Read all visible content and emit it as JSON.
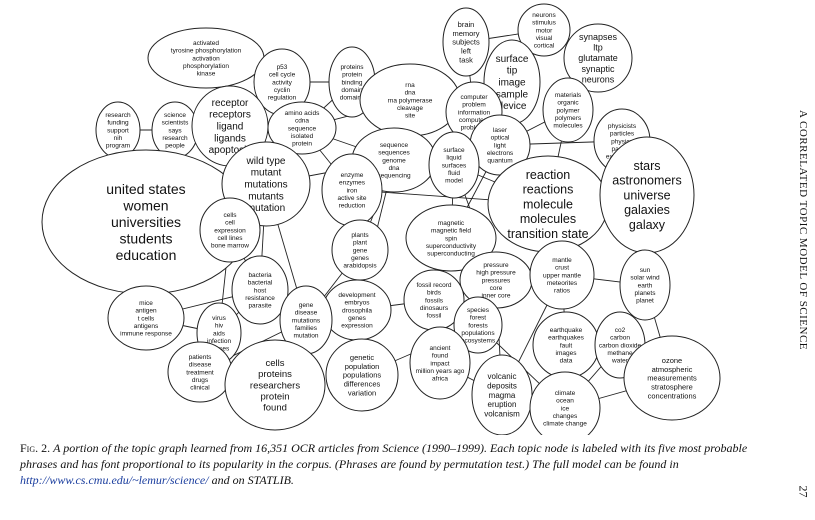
{
  "running_head": "A CORRELATED TOPIC MODEL OF SCIENCE",
  "page_number": "27",
  "caption": {
    "label": "Fig. 2.",
    "text_1": "A portion of the topic graph learned from 16,351 OCR articles from Science (1990–1999). Each topic node is labeled with its five most probable phrases and has font proportional to its popularity in the corpus. (Phrases are found by permutation test.) The full model can be found in",
    "link": "http://www.cs.cmu.edu/~lemur/science/",
    "text_2": "and on STATLIB."
  },
  "topics": [
    {
      "id": "activated",
      "phrases": [
        "activated",
        "tyrosine phosphorylation",
        "activation",
        "phosphorylation",
        "kinase"
      ]
    },
    {
      "id": "p53",
      "phrases": [
        "p53",
        "cell cycle",
        "activity",
        "cyclin",
        "regulation"
      ]
    },
    {
      "id": "proteins",
      "phrases": [
        "proteins",
        "protein",
        "binding",
        "domain",
        "domains"
      ]
    },
    {
      "id": "rna",
      "phrases": [
        "rna",
        "dna",
        "rna polymerase",
        "cleavage",
        "site"
      ]
    },
    {
      "id": "brain",
      "phrases": [
        "brain",
        "memory",
        "subjects",
        "left",
        "task"
      ]
    },
    {
      "id": "neurons",
      "phrases": [
        "neurons",
        "stimulus",
        "motor",
        "visual",
        "cortical"
      ]
    },
    {
      "id": "synapses",
      "phrases": [
        "synapses",
        "ltp",
        "glutamate",
        "synaptic",
        "neurons"
      ]
    },
    {
      "id": "research",
      "phrases": [
        "research",
        "funding",
        "support",
        "nih",
        "program"
      ]
    },
    {
      "id": "science",
      "phrases": [
        "science",
        "scientists",
        "says",
        "research",
        "people"
      ]
    },
    {
      "id": "receptor",
      "phrases": [
        "receptor",
        "receptors",
        "ligand",
        "ligands",
        "apoptosis"
      ]
    },
    {
      "id": "aminoacids",
      "phrases": [
        "amino acids",
        "cdna",
        "sequence",
        "isolated",
        "protein"
      ]
    },
    {
      "id": "surface",
      "phrases": [
        "surface",
        "tip",
        "image",
        "sample",
        "device"
      ]
    },
    {
      "id": "computer",
      "phrases": [
        "computer",
        "problem",
        "information",
        "computers",
        "problems"
      ]
    },
    {
      "id": "materials",
      "phrases": [
        "materials",
        "organic",
        "polymer",
        "polymers",
        "molecules"
      ]
    },
    {
      "id": "physicists",
      "phrases": [
        "physicists",
        "particles",
        "physics",
        "particle",
        "experiment"
      ]
    },
    {
      "id": "united",
      "phrases": [
        "united states",
        "women",
        "universities",
        "students",
        "education"
      ]
    },
    {
      "id": "wildtype",
      "phrases": [
        "wild type",
        "mutant",
        "mutations",
        "mutants",
        "mutation"
      ]
    },
    {
      "id": "sequence",
      "phrases": [
        "sequence",
        "sequences",
        "genome",
        "dna",
        "sequencing"
      ]
    },
    {
      "id": "laser",
      "phrases": [
        "laser",
        "optical",
        "light",
        "electrons",
        "quantum"
      ]
    },
    {
      "id": "surfaceliq",
      "phrases": [
        "surface",
        "liquid",
        "surfaces",
        "fluid",
        "model"
      ]
    },
    {
      "id": "reaction",
      "phrases": [
        "reaction",
        "reactions",
        "molecule",
        "molecules",
        "transition state"
      ]
    },
    {
      "id": "stars",
      "phrases": [
        "stars",
        "astronomers",
        "universe",
        "galaxies",
        "galaxy"
      ]
    },
    {
      "id": "enzyme",
      "phrases": [
        "enzyme",
        "enzymes",
        "iron",
        "active site",
        "reduction"
      ]
    },
    {
      "id": "cells",
      "phrases": [
        "cells",
        "cell",
        "expression",
        "cell lines",
        "bone marrow"
      ]
    },
    {
      "id": "magnetic",
      "phrases": [
        "magnetic",
        "magnetic field",
        "spin",
        "superconductivity",
        "superconducting"
      ]
    },
    {
      "id": "plants",
      "phrases": [
        "plants",
        "plant",
        "gene",
        "genes",
        "arabidopsis"
      ]
    },
    {
      "id": "pressure",
      "phrases": [
        "pressure",
        "high pressure",
        "pressures",
        "core",
        "inner core"
      ]
    },
    {
      "id": "mantle",
      "phrases": [
        "mantle",
        "crust",
        "upper mantle",
        "meteorites",
        "ratios"
      ]
    },
    {
      "id": "sun",
      "phrases": [
        "sun",
        "solar wind",
        "earth",
        "planets",
        "planet"
      ]
    },
    {
      "id": "bacteria",
      "phrases": [
        "bacteria",
        "bacterial",
        "host",
        "resistance",
        "parasite"
      ]
    },
    {
      "id": "development",
      "phrases": [
        "development",
        "embryos",
        "drosophila",
        "genes",
        "expression"
      ]
    },
    {
      "id": "fossil",
      "phrases": [
        "fossil record",
        "birds",
        "fossils",
        "dinosaurs",
        "fossil"
      ]
    },
    {
      "id": "species",
      "phrases": [
        "species",
        "forest",
        "forests",
        "populations",
        "ecosystems"
      ]
    },
    {
      "id": "earthquake",
      "phrases": [
        "earthquake",
        "earthquakes",
        "fault",
        "images",
        "data"
      ]
    },
    {
      "id": "co2",
      "phrases": [
        "co2",
        "carbon",
        "carbon dioxide",
        "methane",
        "water"
      ]
    },
    {
      "id": "mice",
      "phrases": [
        "mice",
        "antigen",
        "t cells",
        "antigens",
        "immune response"
      ]
    },
    {
      "id": "virus",
      "phrases": [
        "virus",
        "hiv",
        "aids",
        "infection",
        "viruses"
      ]
    },
    {
      "id": "gene",
      "phrases": [
        "gene",
        "disease",
        "mutations",
        "families",
        "mutation"
      ]
    },
    {
      "id": "patients",
      "phrases": [
        "patients",
        "disease",
        "treatment",
        "drugs",
        "clinical"
      ]
    },
    {
      "id": "cellsbig",
      "phrases": [
        "cells",
        "proteins",
        "researchers",
        "protein",
        "found"
      ]
    },
    {
      "id": "genetic",
      "phrases": [
        "genetic",
        "population",
        "populations",
        "differences",
        "variation"
      ]
    },
    {
      "id": "ancient",
      "phrases": [
        "ancient",
        "found",
        "impact",
        "million years ago",
        "africa"
      ]
    },
    {
      "id": "volcanic",
      "phrases": [
        "volcanic",
        "deposits",
        "magma",
        "eruption",
        "volcanism"
      ]
    },
    {
      "id": "climate",
      "phrases": [
        "climate",
        "ocean",
        "ice",
        "changes",
        "climate change"
      ]
    },
    {
      "id": "ozone",
      "phrases": [
        "ozone",
        "atmospheric",
        "measurements",
        "stratosphere",
        "concentrations"
      ]
    }
  ],
  "edges": [
    [
      "activated",
      "receptor"
    ],
    [
      "activated",
      "p53"
    ],
    [
      "p53",
      "proteins"
    ],
    [
      "p53",
      "receptor"
    ],
    [
      "proteins",
      "aminoacids"
    ],
    [
      "proteins",
      "rna"
    ],
    [
      "rna",
      "sequence"
    ],
    [
      "rna",
      "aminoacids"
    ],
    [
      "rna",
      "computer"
    ],
    [
      "brain",
      "neurons"
    ],
    [
      "neurons",
      "synapses"
    ],
    [
      "brain",
      "computer"
    ],
    [
      "research",
      "science"
    ],
    [
      "research",
      "united"
    ],
    [
      "science",
      "united"
    ],
    [
      "receptor",
      "wildtype"
    ],
    [
      "receptor",
      "cells"
    ],
    [
      "aminoacids",
      "sequence"
    ],
    [
      "aminoacids",
      "enzyme"
    ],
    [
      "sequence",
      "wildtype"
    ],
    [
      "sequence",
      "plants"
    ],
    [
      "surface",
      "computer"
    ],
    [
      "computer",
      "surfaceliq"
    ],
    [
      "computer",
      "laser"
    ],
    [
      "materials",
      "laser"
    ],
    [
      "materials",
      "reaction"
    ],
    [
      "physicists",
      "laser"
    ],
    [
      "physicists",
      "stars"
    ],
    [
      "laser",
      "reaction"
    ],
    [
      "surfaceliq",
      "magnetic"
    ],
    [
      "surfaceliq",
      "reaction"
    ],
    [
      "surfaceliq",
      "pressure"
    ],
    [
      "reaction",
      "enzyme"
    ],
    [
      "stars",
      "sun"
    ],
    [
      "wildtype",
      "cells"
    ],
    [
      "wildtype",
      "bacteria"
    ],
    [
      "enzyme",
      "plants"
    ],
    [
      "enzyme",
      "genetic"
    ],
    [
      "cells",
      "virus"
    ],
    [
      "cells",
      "bacteria"
    ],
    [
      "magnetic",
      "laser"
    ],
    [
      "pressure",
      "mantle"
    ],
    [
      "mantle",
      "sun"
    ],
    [
      "mantle",
      "earthquake"
    ],
    [
      "mantle",
      "volcanic"
    ],
    [
      "sun",
      "ozone"
    ],
    [
      "sun",
      "co2"
    ],
    [
      "plants",
      "development"
    ],
    [
      "plants",
      "gene"
    ],
    [
      "bacteria",
      "mice"
    ],
    [
      "bacteria",
      "virus"
    ],
    [
      "development",
      "gene"
    ],
    [
      "development",
      "fossil"
    ],
    [
      "fossil",
      "species"
    ],
    [
      "fossil",
      "ancient"
    ],
    [
      "species",
      "climate"
    ],
    [
      "earthquake",
      "climate"
    ],
    [
      "co2",
      "climate"
    ],
    [
      "co2",
      "ozone"
    ],
    [
      "mice",
      "virus"
    ],
    [
      "virus",
      "patients"
    ],
    [
      "gene",
      "cellsbig"
    ],
    [
      "gene",
      "patients"
    ],
    [
      "genetic",
      "species"
    ],
    [
      "ancient",
      "volcanic"
    ],
    [
      "volcanic",
      "climate"
    ],
    [
      "ozone",
      "climate"
    ],
    [
      "united",
      "cells"
    ],
    [
      "wildtype",
      "gene"
    ],
    [
      "sequence",
      "development"
    ],
    [
      "pressure",
      "volcanic"
    ]
  ]
}
